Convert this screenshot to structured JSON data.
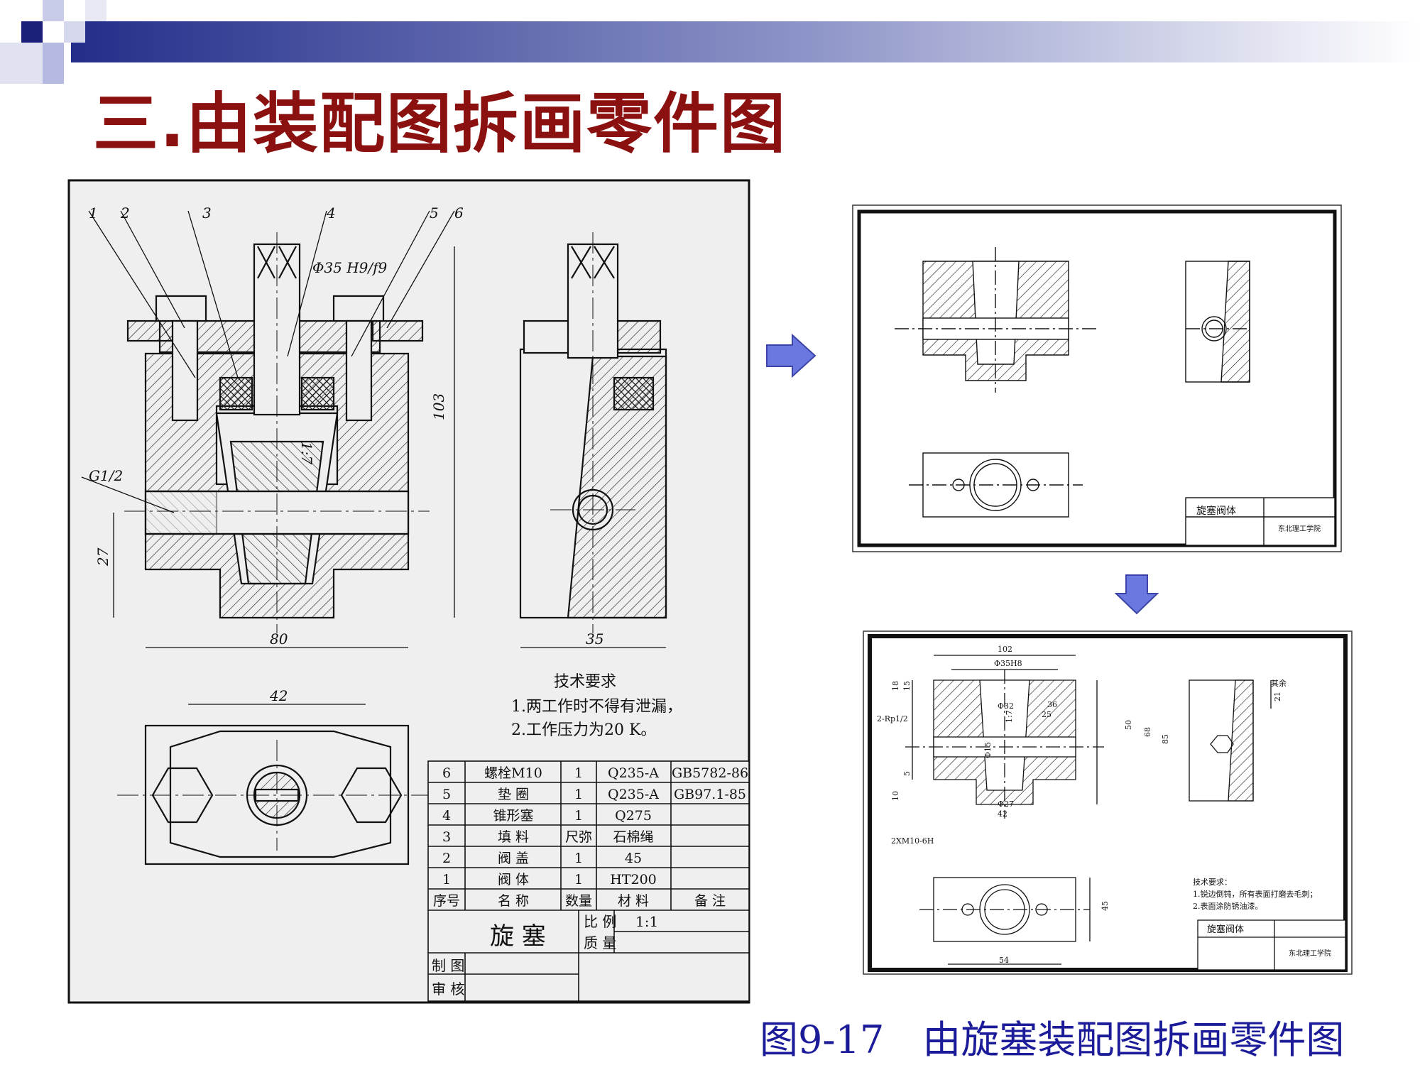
{
  "slide": {
    "title": "三.由装配图拆画零件图",
    "caption": "图9-17　由旋塞装配图拆画零件图",
    "colors": {
      "title": "#8b1010",
      "caption": "#1c1c9a",
      "arrow": "#6a78e0",
      "banner": "#232e8a"
    }
  },
  "assembly": {
    "part_numbers": [
      "1",
      "2",
      "3",
      "4",
      "5",
      "6"
    ],
    "dims": {
      "fit": "Φ35 H9/f9",
      "thread": "G1/2",
      "height": "103",
      "h27": "27",
      "w80": "80",
      "w35": "35",
      "w42": "42",
      "taper": "1:7"
    },
    "tech_req": {
      "title": "技术要求",
      "lines": [
        "1.两工作时不得有泄漏，",
        "2.工作压力为20 K。"
      ]
    },
    "bom_header": [
      "序号",
      "名 称",
      "数量",
      "材 料",
      "备 注"
    ],
    "bom": [
      {
        "no": "6",
        "name": "螺栓M10",
        "qty": "1",
        "mat": "Q235-A",
        "note": "GB5782-86"
      },
      {
        "no": "5",
        "name": "垫 圈",
        "qty": "1",
        "mat": "Q235-A",
        "note": "GB97.1-85"
      },
      {
        "no": "4",
        "name": "锥形塞",
        "qty": "1",
        "mat": "Q275",
        "note": ""
      },
      {
        "no": "3",
        "name": "填 料",
        "qty": "尺弥",
        "mat": "石棉绳",
        "note": ""
      },
      {
        "no": "2",
        "name": "阀 盖",
        "qty": "1",
        "mat": "45",
        "note": ""
      },
      {
        "no": "1",
        "name": "阀 体",
        "qty": "1",
        "mat": "HT200",
        "note": ""
      }
    ],
    "title_block": {
      "name": "旋 塞",
      "scale_label": "比 例",
      "scale": "1:1",
      "weight_label": "质 量",
      "drawn": "制 图",
      "checked": "审 核"
    }
  },
  "part_sketch": {
    "title_block": {
      "name": "旋塞阀体",
      "school": "东北理工学院"
    }
  },
  "part_final": {
    "dims": {
      "d102": "102",
      "d35H8": "Φ35H8",
      "d32": "Φ32",
      "d18": "18",
      "d15": "15",
      "d36": "36",
      "d25": "25",
      "d50": "50",
      "d68": "68",
      "d85": "85",
      "d21": "21",
      "d10": "10",
      "d5": "5",
      "d27": "Φ27",
      "d42": "42",
      "d45": "45",
      "d54": "54",
      "d17": "1:7",
      "d215": "Φ15"
    },
    "thread_note": "2-Rp1/2",
    "hole_note": "2XM10-6H",
    "roughness_note": "其余",
    "tech_req": {
      "title": "技术要求：",
      "lines": [
        "1.锐边倒钝，所有表面打磨去毛刺；",
        "2.表面涂防锈油漆。"
      ]
    },
    "title_block": {
      "name": "旋塞阀体",
      "school": "东北理工学院"
    }
  }
}
